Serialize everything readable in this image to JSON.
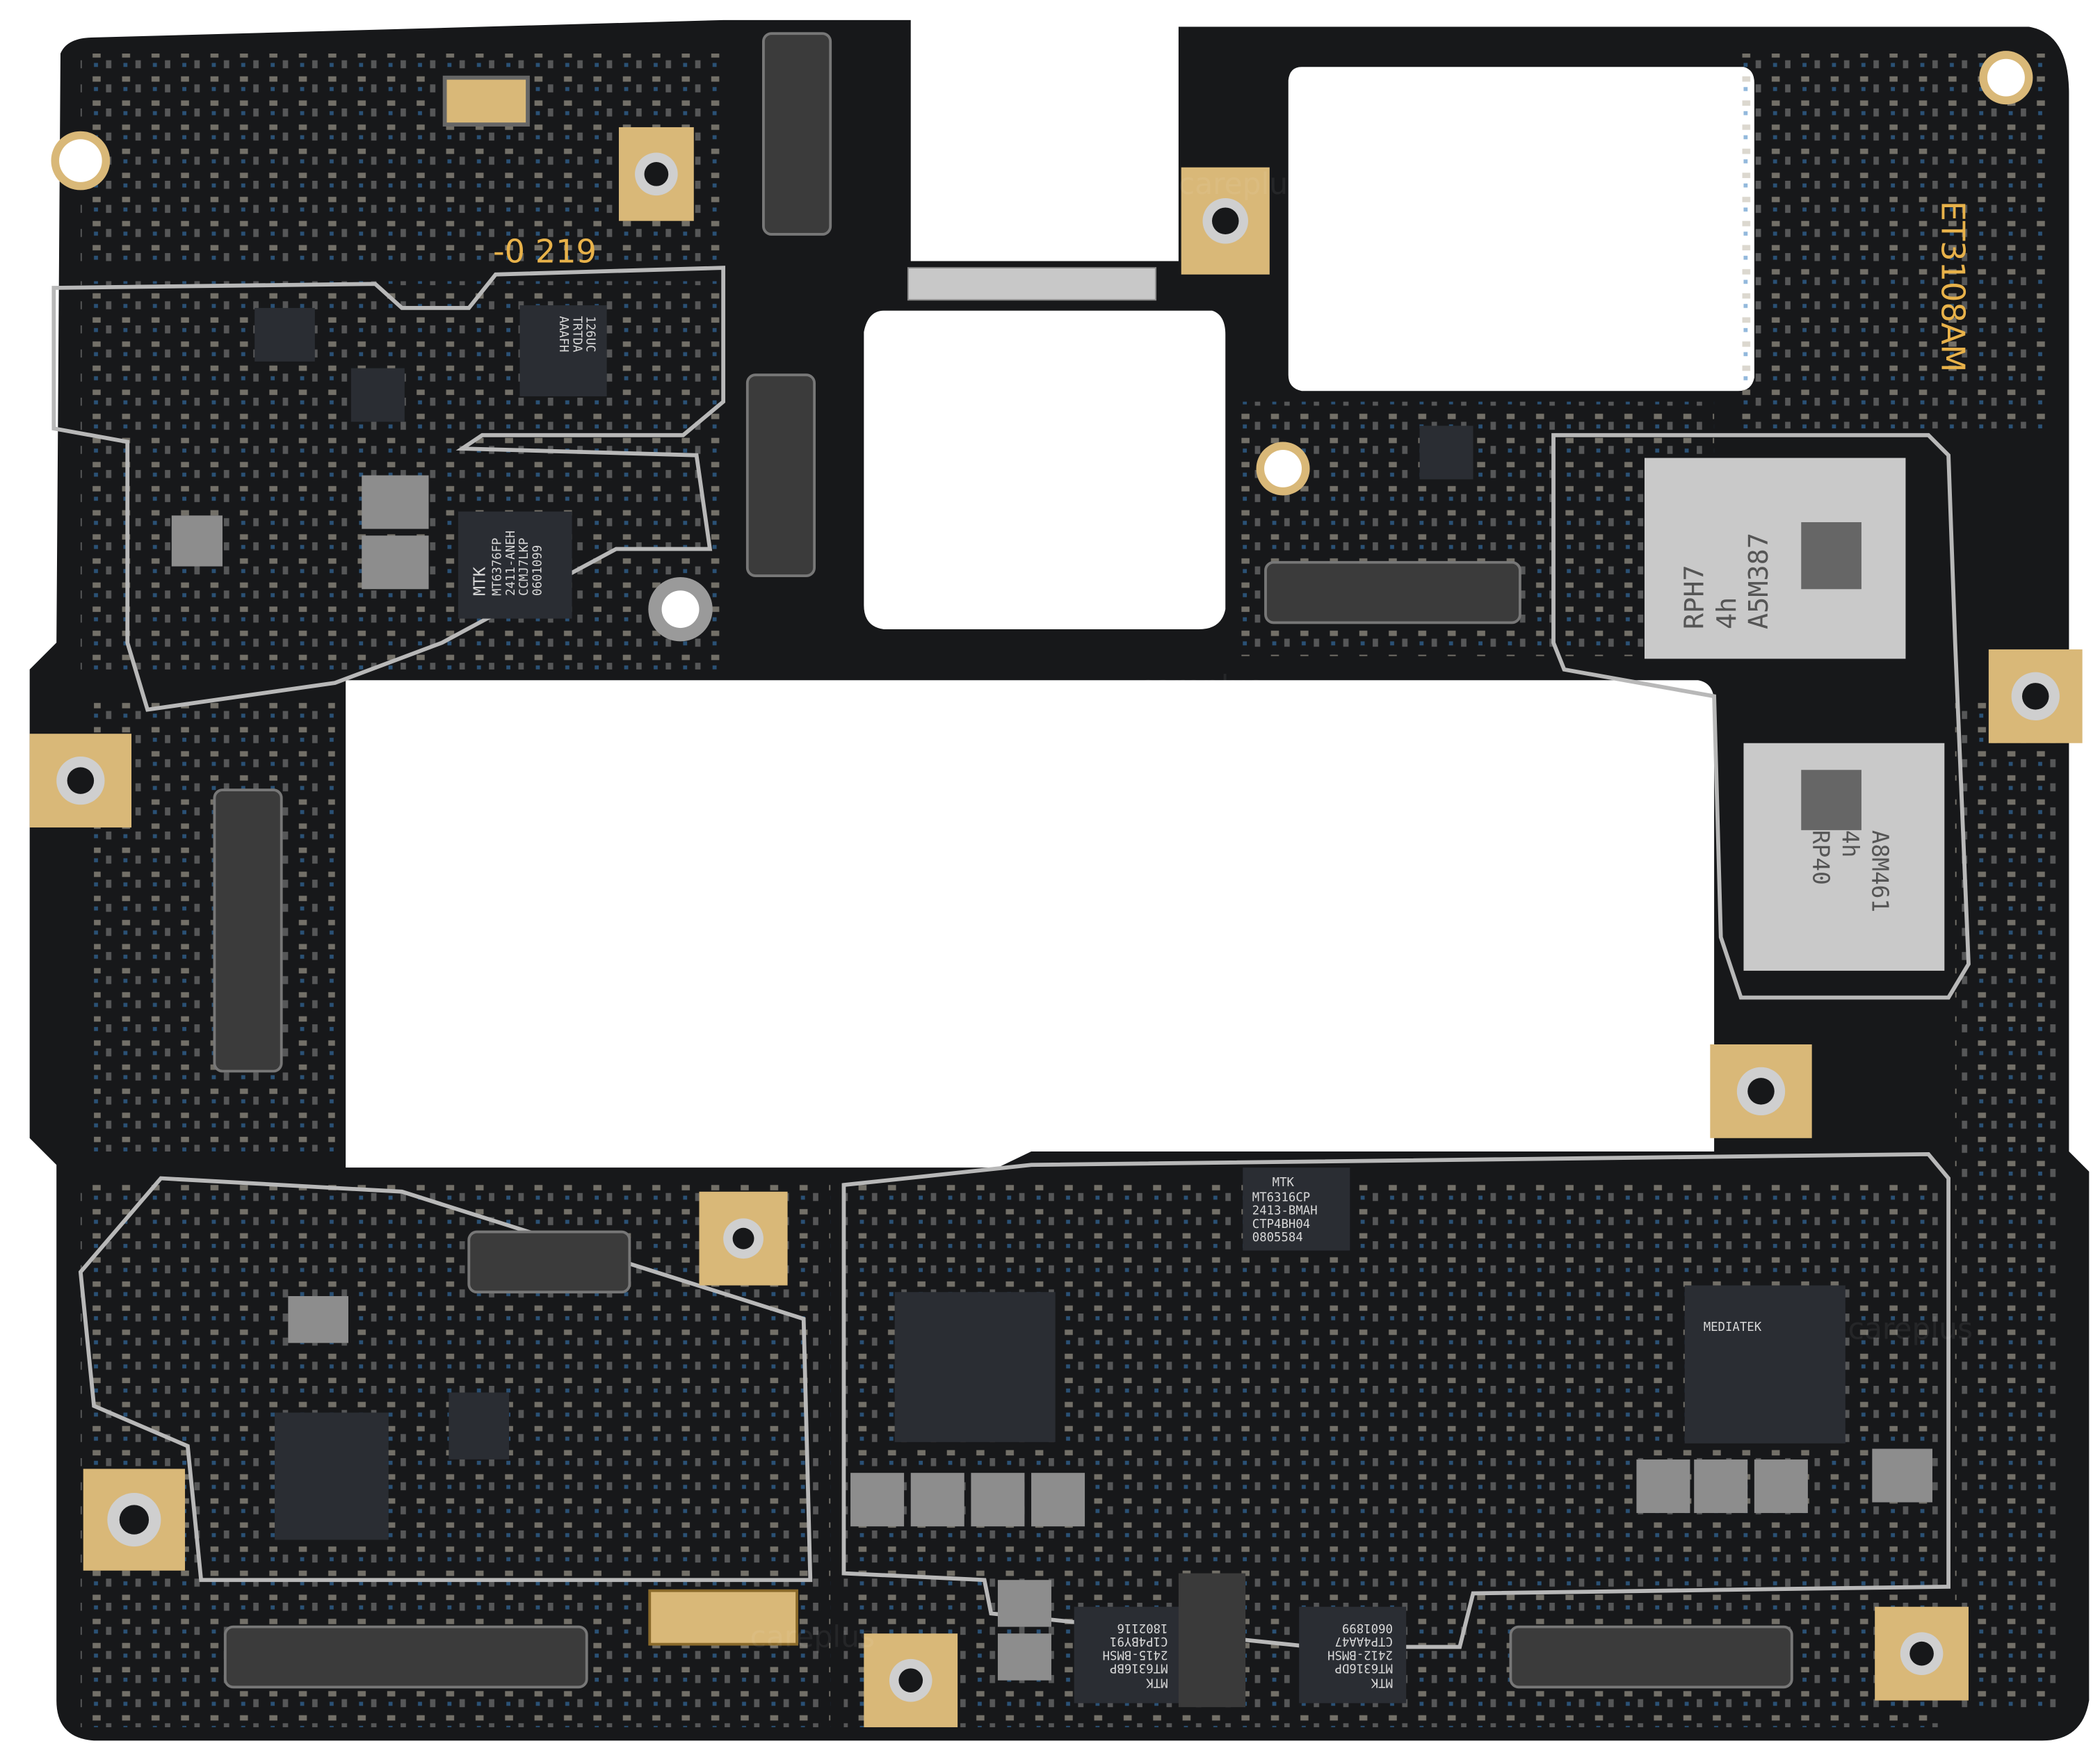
{
  "board": {
    "colors": {
      "pcb": "#17181a",
      "gold": "#d9b878",
      "shield": "#c9c9c9",
      "chip": "#2a2d33",
      "trace": "#b8b8b8"
    },
    "silkscreen": {
      "rev_label": "-0 219",
      "model_label": "ET3108AM"
    },
    "watermark": "careplus",
    "chips": [
      {
        "id": "pmic-mt6376",
        "lines": [
          "MTK",
          "MT6376FP",
          "2411-ANEH",
          "CCMJ7LKP",
          "0601099"
        ]
      },
      {
        "id": "chip-126uc",
        "lines": [
          "126UC",
          "TRTDA",
          "AAAFH"
        ]
      },
      {
        "id": "memory-rph7",
        "lines": [
          "RPH7",
          "4h",
          "A5M387"
        ]
      },
      {
        "id": "memory-rp40",
        "lines": [
          "RP40",
          "4h",
          "A8M461"
        ]
      },
      {
        "id": "pmic-mt6316cp",
        "lines": [
          "MTK",
          "MT6316CP",
          "2413-BMAH",
          "CTP4BH04",
          "0805584"
        ]
      },
      {
        "id": "soc-mediatek",
        "lines": [
          "MEDIATEK"
        ]
      },
      {
        "id": "pmic-mt6316bp",
        "lines": [
          "MTK",
          "MT6316BP",
          "2415-BMSH",
          "C1P4BY91",
          "1802116"
        ]
      },
      {
        "id": "pmic-mt6316dp",
        "lines": [
          "MTK",
          "MT6316DP",
          "2412-BMSH",
          "CTP4AA47",
          "0601899"
        ]
      }
    ]
  }
}
